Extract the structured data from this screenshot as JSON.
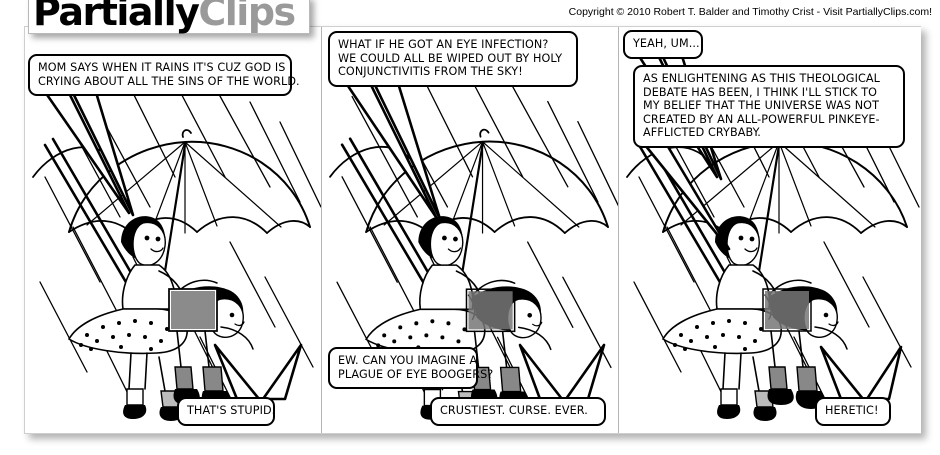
{
  "header": {
    "logo_primary": "Partially",
    "logo_secondary": "Clips",
    "copyright": "Copyright © 2010 Robert T. Balder and Timothy Crist - Visit PartiallyClips.com!"
  },
  "comic": {
    "title": "PartiallyClips",
    "panel_count": 3,
    "ink_color": "#000000",
    "background_color": "#ffffff",
    "scene_description": "Two girls in dresses sheltering under a large umbrella in driving rain",
    "panels": [
      {
        "index": 1,
        "balloons": [
          {
            "id": "p1-b1",
            "speaker": "girl-left",
            "lines": [
              "MOM SAYS WHEN IT RAINS IT'S CUZ GOD IS",
              "CRYING ABOUT ALL THE SINS OF THE WORLD."
            ]
          },
          {
            "id": "p1-b2",
            "speaker": "girl-right",
            "lines": [
              "THAT'S STUPID."
            ]
          }
        ]
      },
      {
        "index": 2,
        "balloons": [
          {
            "id": "p2-b1",
            "speaker": "girl-left",
            "lines": [
              "WHAT IF HE GOT AN EYE INFECTION?",
              "WE COULD ALL BE WIPED OUT BY HOLY",
              "CONJUNCTIVITIS FROM THE SKY!"
            ]
          },
          {
            "id": "p2-b2",
            "speaker": "girl-left",
            "lines": [
              "EW. CAN YOU IMAGINE A",
              "PLAGUE OF EYE BOOGERS?"
            ]
          },
          {
            "id": "p2-b3",
            "speaker": "girl-right",
            "lines": [
              "CRUSTIEST. CURSE. EVER."
            ]
          }
        ]
      },
      {
        "index": 3,
        "balloons": [
          {
            "id": "p3-b1",
            "speaker": "girl-left",
            "lines": [
              "YEAH, UM..."
            ]
          },
          {
            "id": "p3-b2",
            "speaker": "girl-left",
            "lines": [
              "AS ENLIGHTENING AS THIS THEOLOGICAL",
              "DEBATE HAS BEEN, I THINK I'LL STICK TO",
              "MY BELIEF THAT THE UNIVERSE WAS NOT",
              "CREATED BY AN ALL-POWERFUL PINKEYE-",
              "AFFLICTED CRYBABY."
            ]
          },
          {
            "id": "p3-b3",
            "speaker": "girl-right",
            "lines": [
              "HERETIC!"
            ]
          }
        ]
      }
    ]
  }
}
